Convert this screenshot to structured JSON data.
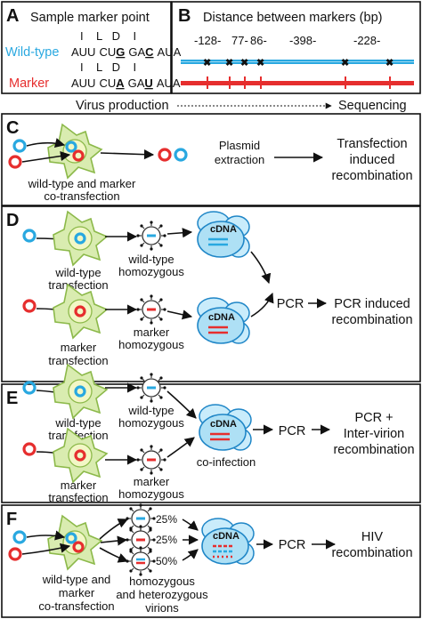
{
  "panelA": {
    "letter": "A",
    "title": "Sample marker point",
    "aa_line_wt": "I    L   D    I",
    "aa_line_marker": "I    L   D    I",
    "wt_label": "Wild-type",
    "marker_label": "Marker",
    "wt_codons": [
      "AUU",
      "CU",
      "G",
      "GA",
      "C",
      "AUA"
    ],
    "marker_codons": [
      "AUU",
      "CU",
      "A",
      "GA",
      "U",
      "AUA"
    ]
  },
  "panelB": {
    "letter": "B",
    "title": "Distance between markers (bp)",
    "distances": [
      "-128-",
      "77-",
      "86-",
      "-398-",
      "-228-"
    ]
  },
  "timeline": {
    "left": "Virus production",
    "right": "Sequencing"
  },
  "panelC": {
    "letter": "C",
    "cell_caption": [
      "wild-type and marker",
      "co-transfection"
    ],
    "plasmid_label": [
      "Plasmid",
      "extraction"
    ],
    "result": [
      "Transfection",
      "induced",
      "recombination"
    ]
  },
  "panelD": {
    "letter": "D",
    "wt_cell_caption": [
      "wild-type",
      "transfection"
    ],
    "wt_virion_caption": [
      "wild-type",
      "homozygous"
    ],
    "mk_cell_caption": [
      "marker",
      "transfection"
    ],
    "mk_virion_caption": [
      "marker",
      "homozygous"
    ],
    "cdna": "cDNA",
    "pcr": "PCR",
    "result": [
      "PCR induced",
      "recombination"
    ]
  },
  "panelE": {
    "letter": "E",
    "wt_cell_caption": [
      "wild-type",
      "transfection"
    ],
    "wt_virion_caption": [
      "wild-type",
      "homozygous"
    ],
    "mk_cell_caption": [
      "marker",
      "transfection"
    ],
    "mk_virion_caption": [
      "marker",
      "homozygous"
    ],
    "cdna": "cDNA",
    "coinfection": "co-infection",
    "pcr": "PCR",
    "result": [
      "PCR +",
      "Inter-virion",
      "recombination"
    ]
  },
  "panelF": {
    "letter": "F",
    "cell_caption": [
      "wild-type and",
      "marker",
      "co-transfection"
    ],
    "percents": [
      "25%",
      "25%",
      "50%"
    ],
    "virion_caption": [
      "homozygous",
      "and heterozygous",
      "virions"
    ],
    "cdna": "cDNA",
    "pcr": "PCR",
    "result": [
      "HIV",
      "recombination"
    ]
  },
  "colors": {
    "wild_type": "#29a8e0",
    "marker": "#e62e2e",
    "cell_fill": "#d9ecb0",
    "cdna_fill": "#aee0f5",
    "mutation_x": "#4a3aa8"
  }
}
